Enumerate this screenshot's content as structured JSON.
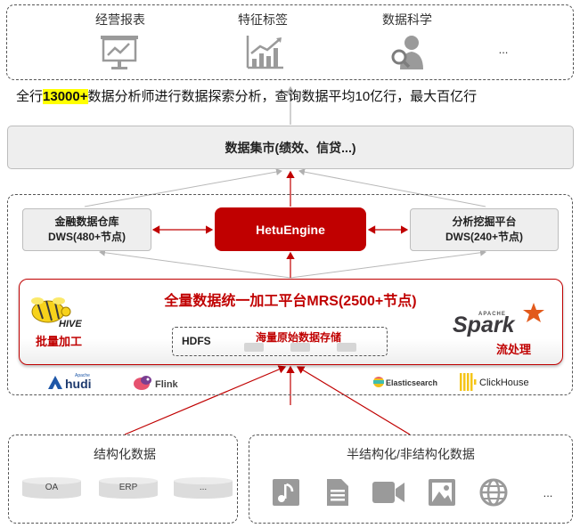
{
  "top": {
    "items": [
      {
        "label": "经营报表",
        "icon": "presentation-chart-icon"
      },
      {
        "label": "特征标签",
        "icon": "line-chart-icon"
      },
      {
        "label": "数据科学",
        "icon": "analyst-icon"
      }
    ],
    "ellipsis": "..."
  },
  "summary": {
    "prefix": "全行",
    "highlight": "13000+",
    "suffix": "数据分析师进行数据探索分析，查询数据平均10亿行，最大百亿行",
    "highlight_color": "#ffff00"
  },
  "datamart": {
    "label": "数据集市(绩效、信贷...)"
  },
  "engines": {
    "left": {
      "line1": "金融数据仓库",
      "line2": "DWS(480+节点)"
    },
    "center": {
      "label": "HetuEngine",
      "color": "#c00000"
    },
    "right": {
      "line1": "分析挖掘平台",
      "line2": "DWS(240+节点)"
    }
  },
  "mrs": {
    "title": "全量数据统一加工平台MRS(2500+节点)",
    "hive_logo": "HIVE",
    "batch": "批量加工",
    "hdfs": "HDFS",
    "storage": "海量原始数据存储",
    "spark_small": "APACHE",
    "spark_logo": "Spark",
    "stream": "流处理",
    "accent_color": "#c00000"
  },
  "logos": {
    "hudi_small": "Apache",
    "hudi": "hudi",
    "flink": "Flink",
    "elasticsearch": "Elasticsearch",
    "clickhouse": "ClickHouse"
  },
  "sources": {
    "structured": {
      "title": "结构化数据",
      "items": [
        "OA",
        "ERP",
        "..."
      ]
    },
    "unstructured": {
      "title": "半结构化/非结构化数据",
      "icons": [
        "music-file-icon",
        "document-icon",
        "video-icon",
        "image-icon",
        "globe-icon"
      ],
      "ellipsis": "..."
    }
  }
}
